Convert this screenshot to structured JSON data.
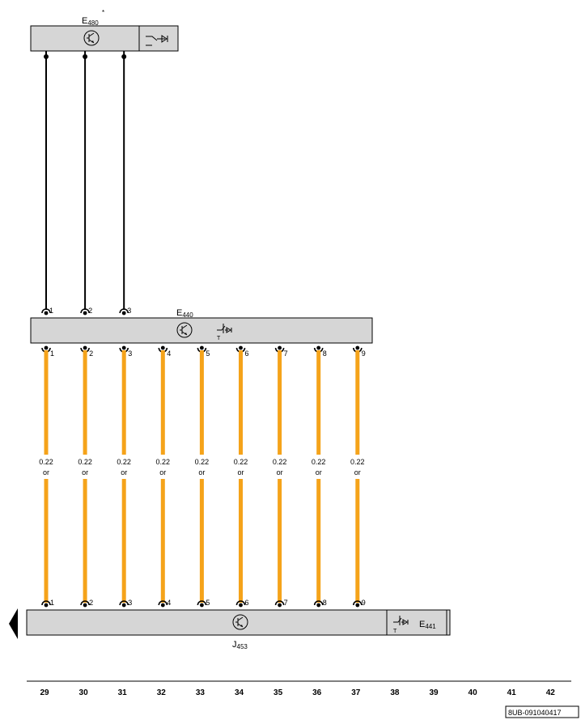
{
  "components": {
    "top": {
      "name": "E",
      "sub": "480",
      "mark": "*"
    },
    "middle": {
      "name": "E",
      "sub": "440"
    },
    "bottom_left": {
      "name": "J",
      "sub": "453"
    },
    "bottom_right": {
      "name": "E",
      "sub": "441"
    }
  },
  "wires": {
    "top_pins": [
      "1",
      "2",
      "3"
    ],
    "pins": [
      "1",
      "2",
      "3",
      "4",
      "5",
      "6",
      "7",
      "8",
      "9"
    ],
    "size": "0.22",
    "color_code": "or",
    "color": "#f5a31a",
    "black": "#000000"
  },
  "columns": [
    "29",
    "30",
    "31",
    "32",
    "33",
    "34",
    "35",
    "36",
    "37",
    "38",
    "39",
    "40",
    "41",
    "42"
  ],
  "drawing_code": "8UB-091040417",
  "symbols": {
    "motor": "transistor-circle-icon",
    "trim": "trimmer-switch-icon",
    "arrow": "left-arrow-icon"
  }
}
